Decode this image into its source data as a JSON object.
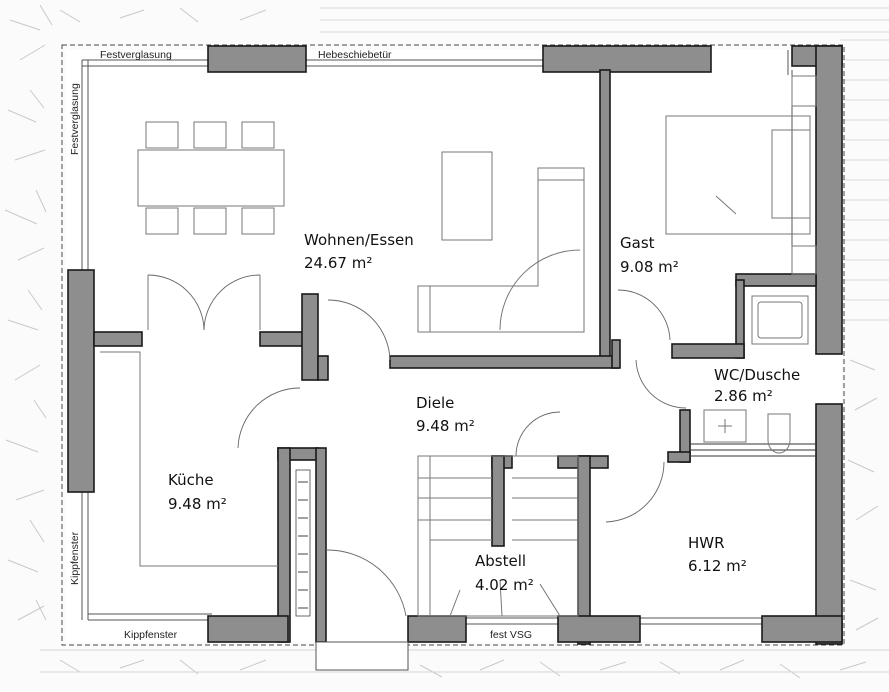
{
  "rooms": [
    {
      "id": "wohnen",
      "name": "Wohnen/Essen",
      "area": "24.67 m²"
    },
    {
      "id": "gast",
      "name": "Gast",
      "area": "9.08 m²"
    },
    {
      "id": "wc",
      "name": "WC/Dusche",
      "area": "2.86 m²"
    },
    {
      "id": "diele",
      "name": "Diele",
      "area": "9.48 m²"
    },
    {
      "id": "kueche",
      "name": "Küche",
      "area": "9.48 m²"
    },
    {
      "id": "abstell",
      "name": "Abstell",
      "area": "4.02 m²"
    },
    {
      "id": "hwr",
      "name": "HWR",
      "area": "6.12 m²"
    }
  ],
  "labels": {
    "festverglasung_top": "Festverglasung",
    "hebeschiebetuer": "Hebeschiebetür",
    "festverglasung_left": "Festverglasung",
    "kippfenster_left": "Kippfenster",
    "kippfenster_bottom": "Kippfenster",
    "fest_vsg": "fest VSG"
  },
  "colors": {
    "wall": "#8e8e8e",
    "outline": "#1a1a1a",
    "hatch": "#c9c9c9"
  }
}
